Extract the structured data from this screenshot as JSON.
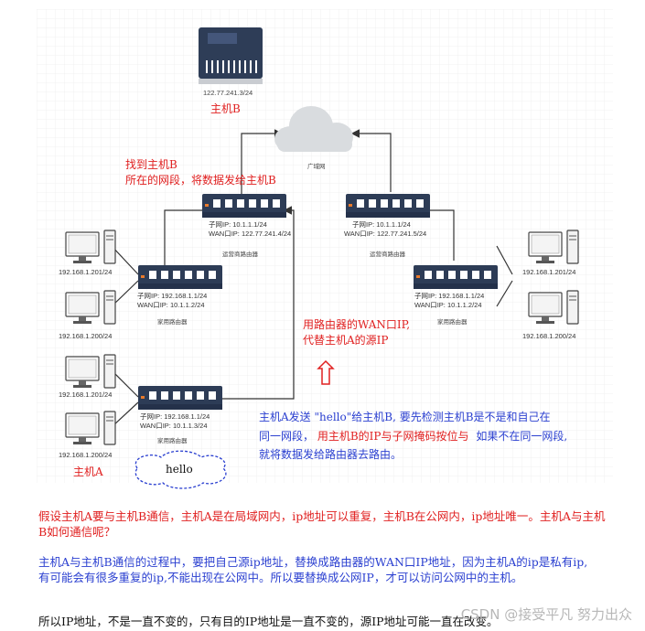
{
  "colors": {
    "red": "#e02020",
    "blue": "#2a3fd0",
    "line": "#333333",
    "router": "#2d3c56",
    "server": "#2e3d57",
    "cloud": "#d9dcdf"
  },
  "server": {
    "ip": "122.77.241.3/24",
    "name": "主机B"
  },
  "cloud": {
    "label": "广域网"
  },
  "left_isp_router": {
    "lan": "子网IP:  10.1.1.1/24",
    "wan": "WAN口IP:  122.77.241.4/24",
    "name": "运营商路由器"
  },
  "right_isp_router": {
    "lan": "子网IP:  10.1.1.1/24",
    "wan": "WAN口IP:  122.77.241.5/24",
    "name": "运营商路由器"
  },
  "left_home_router1": {
    "lan": "子网IP:  192.168.1.1/24",
    "wan": "WAN口IP:  10.1.1.2/24",
    "name": "家用路由器"
  },
  "left_home_router2": {
    "lan": "子网IP:  192.168.1.1/24",
    "wan": "WAN口IP:  10.1.1.3/24",
    "name": "家用路由器"
  },
  "right_home_router": {
    "lan": "子网IP:  192.168.1.1/24",
    "wan": "WAN口IP:  10.1.1.2/24",
    "name": "家用路由器"
  },
  "pcs": {
    "left1": "192.168.1.201/24",
    "left2": "192.168.1.200/24",
    "left3": "192.168.1.201/24",
    "left4": "192.168.1.200/24",
    "right1": "192.168.1.201/24",
    "right2": "192.168.1.200/24"
  },
  "host_a_label": "主机A",
  "bubble": "hello",
  "annotations": {
    "find_b_line1": "找到主机B",
    "find_b_line2": "所在的网段，将数据发给主机B",
    "wan_line1": "用路由器的WAN口IP,",
    "wan_line2": "代替主机A的源IP",
    "send_line1a": "主机A发送 \"hello\"给主机B,",
    "send_line1b": "要先检测主机B是不是和自己在",
    "send_line2a": "同一网段，",
    "send_line2b": "用主机B的IP与子网掩码按位与",
    "send_line2c": "如果不在同一网段,",
    "send_line3": "就将数据发给路由器去路由。"
  },
  "text": {
    "p1": "假设主机A要与主机B通信，主机A是在局域网内，ip地址可以重复，主机B在公网内，ip地址唯一。主机A与主机B如何通信呢？",
    "p2": "主机A与主机B通信的过程中，要把自己源ip地址，替换成路由器的WAN口IP地址，因为主机A的ip是私有ip,有可能会有很多重复的ip,不能出现在公网中。所以要替换成公网IP，才可以访问公网中的主机。",
    "p3": "所以IP地址，不是一直不变的，只有目的IP地址是一直不变的，源IP地址可能一直在改变。"
  },
  "watermark": "CSDN @接受平凡 努力出众"
}
